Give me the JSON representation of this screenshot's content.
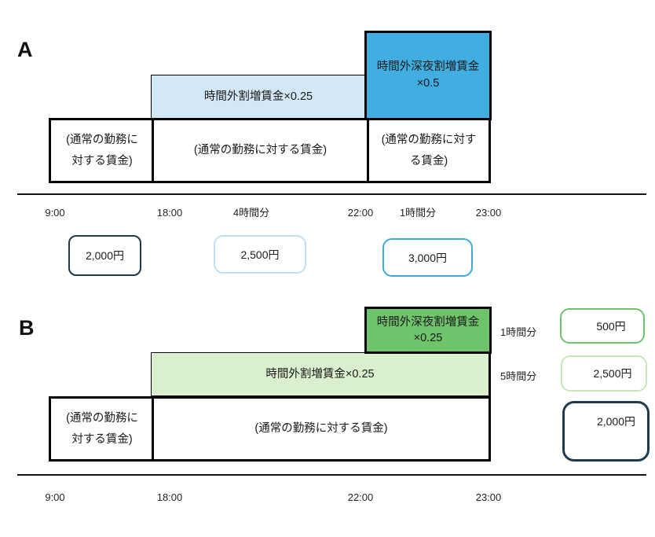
{
  "colors": {
    "blue_fill": "#41ade0",
    "light_blue_fill": "#d2e8f6",
    "green_fill": "#6ec36b",
    "light_green_fill": "#d9efce",
    "navy_border": "#1f3a4d",
    "blue_border": "#3fa9dc",
    "pale_blue_border": "#bfe0f2",
    "green_border": "#6ec36b",
    "pale_green_border": "#c6e7b6"
  },
  "section_a": {
    "label": "A",
    "boxes": {
      "night_overtime": {
        "line1": "時間外深夜割増賃金",
        "line2": "×0.5"
      },
      "overtime": {
        "label": "時間外割増賃金×0.25"
      },
      "regular_left": {
        "line1": "(通常の勤務に",
        "line2": "対する賃金)"
      },
      "regular_mid": {
        "label": "(通常の勤務に対する賃金)"
      },
      "regular_right": {
        "line1": "(通常の勤務に対す",
        "line2": "る賃金)"
      }
    },
    "timeline": {
      "t900": "9:00",
      "t1800": "18:00",
      "dur4": "4時間分",
      "t2200": "22:00",
      "dur1": "1時間分",
      "t2300": "23:00"
    },
    "prices": {
      "regular": "2,000円",
      "overtime": "2,500円",
      "night": "3,000円"
    }
  },
  "section_b": {
    "label": "B",
    "boxes": {
      "night_overtime": {
        "line1": "時間外深夜割増賃金",
        "line2": "×0.25"
      },
      "overtime": {
        "label": "時間外割増賃金×0.25"
      },
      "regular_left": {
        "line1": "(通常の勤務に",
        "line2": "対する賃金)"
      },
      "regular_mid": {
        "label": "(通常の勤務に対する賃金)"
      }
    },
    "durations": {
      "night": "1時間分",
      "overtime": "5時間分"
    },
    "timeline": {
      "t900": "9:00",
      "t1800": "18:00",
      "t2200": "22:00",
      "t2300": "23:00"
    },
    "prices": {
      "night": "500円",
      "overtime": "2,500円",
      "regular": "2,000円"
    }
  }
}
